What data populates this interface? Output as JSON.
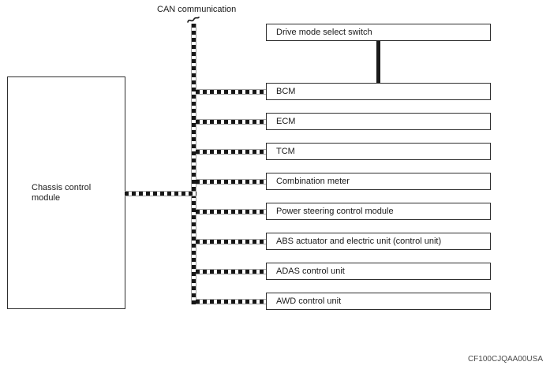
{
  "diagram": {
    "bus_label": "CAN communication",
    "source_box": {
      "label": "Chassis control module"
    },
    "switch_box": {
      "label": "Drive mode select switch"
    },
    "modules": [
      "BCM",
      "ECM",
      "TCM",
      "Combination meter",
      "Power steering control module",
      "ABS actuator and electric unit (control unit)",
      "ADAS control unit",
      "AWD control unit"
    ],
    "watermark": "CF100CJQAA00USA",
    "colors": {
      "line": "#2e2e2e",
      "dash_dark": "#161616",
      "dash_rail": "#a0a0a0",
      "text": "#1a1a1a",
      "watermark": "#4a4a4a"
    }
  }
}
